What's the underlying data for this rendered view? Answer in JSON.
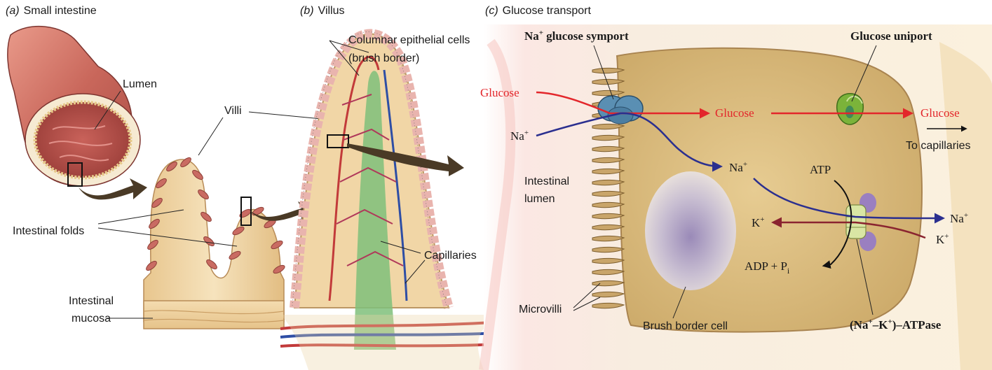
{
  "panel_a": {
    "letter": "a",
    "title": "Small intestine",
    "labels": {
      "lumen": "Lumen",
      "villi": "Villi",
      "intestinal_folds": "Intestinal folds",
      "mucosa_line1": "Intestinal",
      "mucosa_line2": "mucosa"
    }
  },
  "panel_b": {
    "letter": "b",
    "title": "Villus",
    "labels": {
      "epithelial_line1": "Columnar epithelial cells",
      "epithelial_line2": "(brush border)",
      "capillaries": "Capillaries"
    }
  },
  "panel_c": {
    "letter": "c",
    "title": "Glucose transport",
    "labels": {
      "symport": "glucose symport",
      "uniport": "Glucose uniport",
      "glucose_left": "Glucose",
      "glucose_mid": "Glucose",
      "glucose_right": "Glucose",
      "to_capillaries": "To capillaries",
      "lumen_line1": "Intestinal",
      "lumen_line2": "lumen",
      "atp": "ATP",
      "adp": "ADP + P",
      "adp_sub": "i",
      "microvilli": "Microvilli",
      "brush_border_cell": "Brush border cell",
      "atpase": "–K",
      "atpase_tail": ")–ATPase",
      "na": "Na",
      "k": "K",
      "plus": "+"
    }
  },
  "colors": {
    "glucose_arrow": "#e3262b",
    "sodium_arrow": "#2b2f8f",
    "potassium_arrow": "#8a2430",
    "cell_fill": "#d9b97a",
    "symport_protein": "#5a8fb3",
    "uniport_protein": "#7bb33a",
    "pump_protein": "#9a7fc0"
  }
}
